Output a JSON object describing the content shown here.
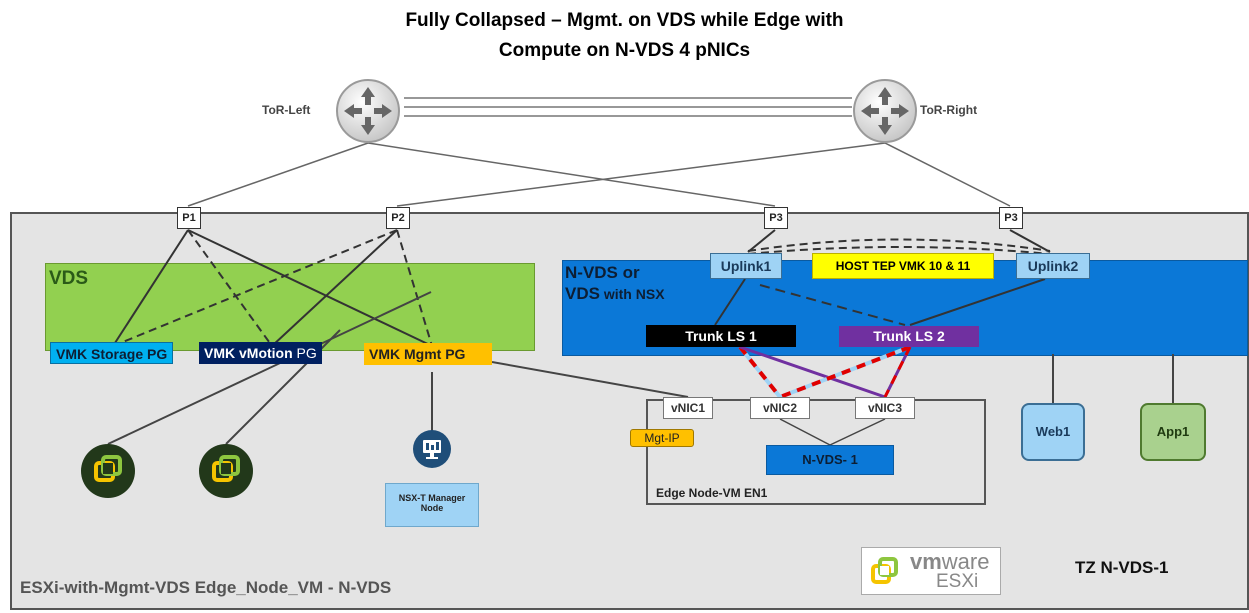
{
  "title": {
    "line1": "Fully Collapsed – Mgmt. on VDS while Edge with",
    "line2": "Compute on N-VDS 4 pNICs"
  },
  "routers": {
    "left_label": "ToR-Left",
    "right_label": "ToR-Right"
  },
  "ports": [
    "P1",
    "P2",
    "P3",
    "P3"
  ],
  "vds": {
    "label": "VDS",
    "port_groups": {
      "storage": "VMK Storage PG",
      "vmotion_bold": "VMK vMotion",
      "vmotion_rest": " PG",
      "mgmt": "VMK Mgmt PG"
    }
  },
  "nvds": {
    "label_line1": "N-VDS or",
    "label_line2": "VDS",
    "label_line2_suffix": " with NSX",
    "uplink1": "Uplink1",
    "uplink2": "Uplink2",
    "host_tep": "HOST TEP VMK 10 & 11",
    "trunk1": "Trunk LS 1",
    "trunk2": "Trunk LS 2"
  },
  "edge_node": {
    "vnics": [
      "vNIC1",
      "vNIC2",
      "vNIC3"
    ],
    "mgt_ip": "Mgt-IP",
    "nvds_inner": "N-VDS- 1",
    "label": "Edge Node-VM EN1"
  },
  "vms": {
    "web": "Web1",
    "app": "App1"
  },
  "nsx_manager": {
    "line1": "NSX-T Manager",
    "line2": "Node"
  },
  "esxi_logo": {
    "vm": "vm",
    "ware": "ware",
    "esxi": "ESXi"
  },
  "tz_label": "TZ N-VDS-1",
  "host_label": "ESXi-with-Mgmt-VDS Edge_Node_VM - N-VDS",
  "colors": {
    "vds_green": "#92d050",
    "nvds_blue": "#0b78d7",
    "storage_pg": "#00b0f0",
    "vmotion_pg": "#002060",
    "mgmt_pg": "#ffc000",
    "host_tep": "#ffff00",
    "trunk1": "#000000",
    "trunk2": "#7030a0",
    "web_vm": "#9fd3f5",
    "app_vm": "#a9d18e",
    "red_dash": "#e00000"
  }
}
